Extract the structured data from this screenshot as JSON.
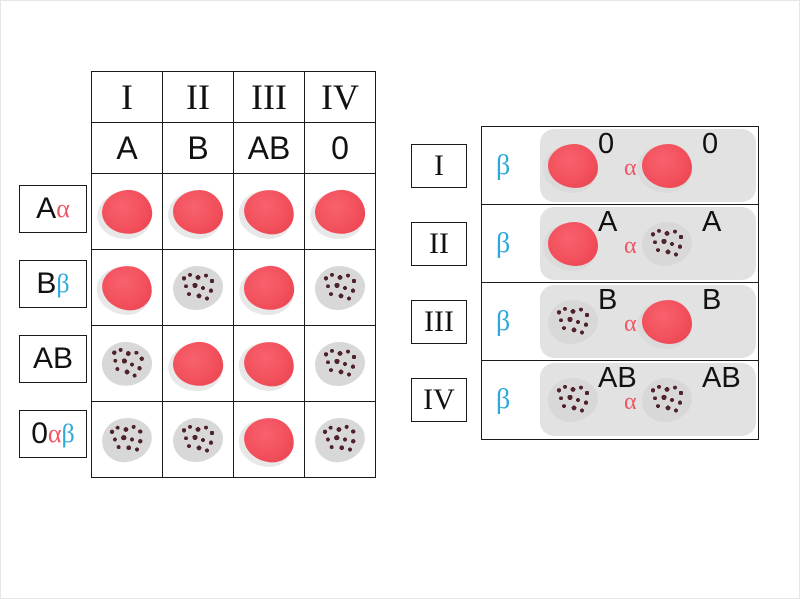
{
  "colors": {
    "blob_red": "#f2505c",
    "blob_gray": "#d8d8d8",
    "speck": "#50232b",
    "alpha_letter": "#ef5666",
    "beta_letter": "#2fa8da",
    "grid_line": "#1a1a1a"
  },
  "left_table": {
    "roman_headers": [
      "I",
      "II",
      "III",
      "IV"
    ],
    "group_headers": [
      "A",
      "B",
      "AB",
      "0"
    ],
    "row_labels": [
      {
        "main": "A",
        "alpha": "α"
      },
      {
        "main": "B",
        "beta": "β"
      },
      {
        "main": "AB"
      },
      {
        "main": "0",
        "alpha": "α",
        "beta": "β"
      }
    ],
    "cells": [
      [
        "clear",
        "clear",
        "clear",
        "clear"
      ],
      [
        "clear",
        "agglutinated",
        "clear",
        "agglutinated"
      ],
      [
        "agglutinated",
        "clear",
        "clear",
        "agglutinated"
      ],
      [
        "agglutinated",
        "agglutinated",
        "clear",
        "agglutinated"
      ]
    ]
  },
  "right_table": {
    "rows": [
      {
        "roman": "I",
        "beta": "β",
        "alpha": "α",
        "blobs": [
          "clear",
          "clear"
        ],
        "labels": [
          "0",
          "0"
        ]
      },
      {
        "roman": "II",
        "beta": "β",
        "alpha": "α",
        "blobs": [
          "clear",
          "agglutinated"
        ],
        "labels": [
          "A",
          "A"
        ]
      },
      {
        "roman": "III",
        "beta": "β",
        "alpha": "α",
        "blobs": [
          "agglutinated",
          "clear"
        ],
        "labels": [
          "B",
          "B"
        ]
      },
      {
        "roman": "IV",
        "beta": "β",
        "alpha": "α",
        "blobs": [
          "agglutinated",
          "agglutinated"
        ],
        "labels": [
          "AB",
          "AB"
        ]
      }
    ]
  }
}
